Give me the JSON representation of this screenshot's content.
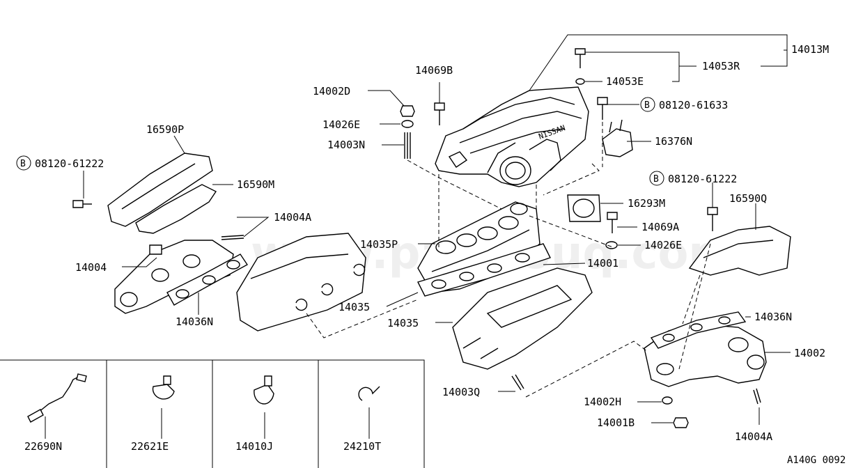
{
  "watermark": "www.partsouq.com",
  "diagram_code": "A140G 0092",
  "callouts": {
    "c14013M": "14013M",
    "c14053R": "14053R",
    "c14053E": "14053E",
    "c14069B": "14069B",
    "c14002D": "14002D",
    "c14026E_top": "14026E",
    "c14003N": "14003N",
    "c16590P": "16590P",
    "c16590M": "16590M",
    "c14004A_top": "14004A",
    "c14004": "14004",
    "c14036N_left": "14036N",
    "c14035P": "14035P",
    "c14035_a": "14035",
    "c14035_b": "14035",
    "c14001": "14001",
    "c16293M": "16293M",
    "c14069A": "14069A",
    "c14026E_right": "14026E",
    "c16376N": "16376N",
    "c16590Q": "16590Q",
    "c14036N_right": "14036N",
    "c14002": "14002",
    "c14003Q": "14003Q",
    "c14002H": "14002H",
    "c14001B": "14001B",
    "c14004A_bottom": "14004A"
  },
  "bolt_callouts": {
    "b1_mark": "B",
    "b1_text": "08120-61633",
    "b2_mark": "B",
    "b2_text": "08120-61222",
    "b3_mark": "B",
    "b3_text": "08120-61222"
  },
  "accessory_cells": [
    "22690N",
    "22621E",
    "14010J",
    "24210T"
  ]
}
